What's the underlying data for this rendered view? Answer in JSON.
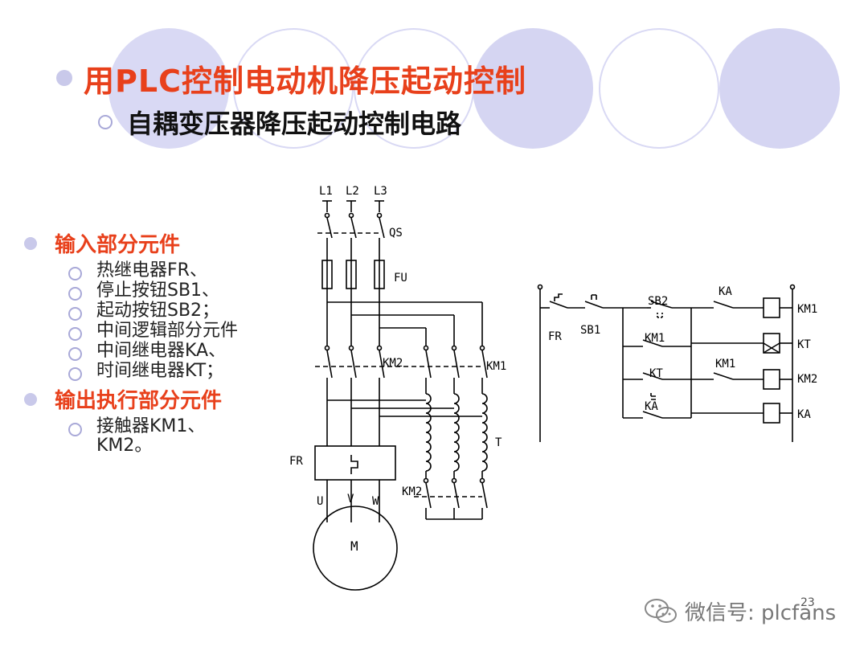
{
  "slide": {
    "title": "用PLC控制电动机降压起动控制",
    "subtitle": "自耦变压器降压起动控制电路",
    "page_number": "23"
  },
  "list": {
    "input_heading": "输入部分元件",
    "input_items": [
      "热继电器FR、",
      "停止按钮SB1、",
      "起动按钮SB2；",
      "中间逻辑部分元件",
      "中间继电器KA、",
      "时间继电器KT；"
    ],
    "output_heading": "输出执行部分元件",
    "output_items": [
      "接触器KM1、KM2。"
    ]
  },
  "main_circuit": {
    "l1": "L1",
    "l2": "L2",
    "l3": "L3",
    "qs": "QS",
    "fu": "FU",
    "km2": "KM2",
    "km1": "KM1",
    "t": "T",
    "fr": "FR",
    "u": "U",
    "v": "V",
    "w": "W",
    "m": "M",
    "km2_bottom": "KM2"
  },
  "control_circuit": {
    "fr": "FR",
    "sb1": "SB1",
    "sb2": "SB2",
    "km1_hold": "KM1",
    "kt": "KT",
    "ka_contact": "KA",
    "ka_top": "KA",
    "km1_mid": "KM1",
    "coil_km1": "KM1",
    "coil_kt": "KT",
    "coil_km2": "KM2",
    "coil_ka": "KA"
  },
  "footer": {
    "watermark": "微信号: plcfans",
    "icon": "wechat-icon"
  },
  "colors": {
    "title": "#e8401b",
    "bullet": "#c9c9ea",
    "deco_circle": "#d5d5f2"
  }
}
